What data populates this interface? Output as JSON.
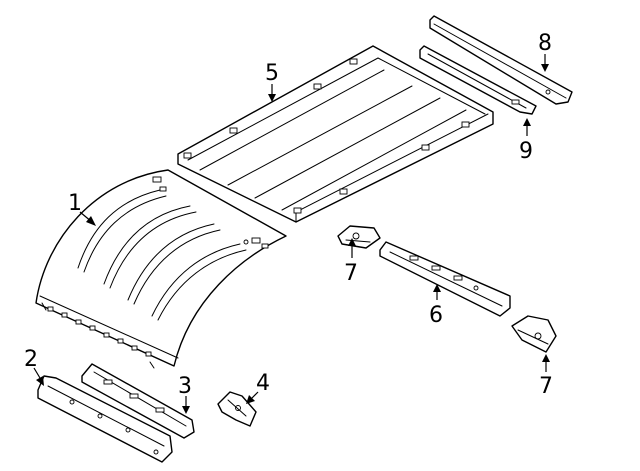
{
  "callouts": {
    "c1": "1",
    "c2": "2",
    "c3": "3",
    "c4": "4",
    "c5": "5",
    "c6": "6",
    "c7a": "7",
    "c7b": "7",
    "c8": "8",
    "c9": "9"
  }
}
